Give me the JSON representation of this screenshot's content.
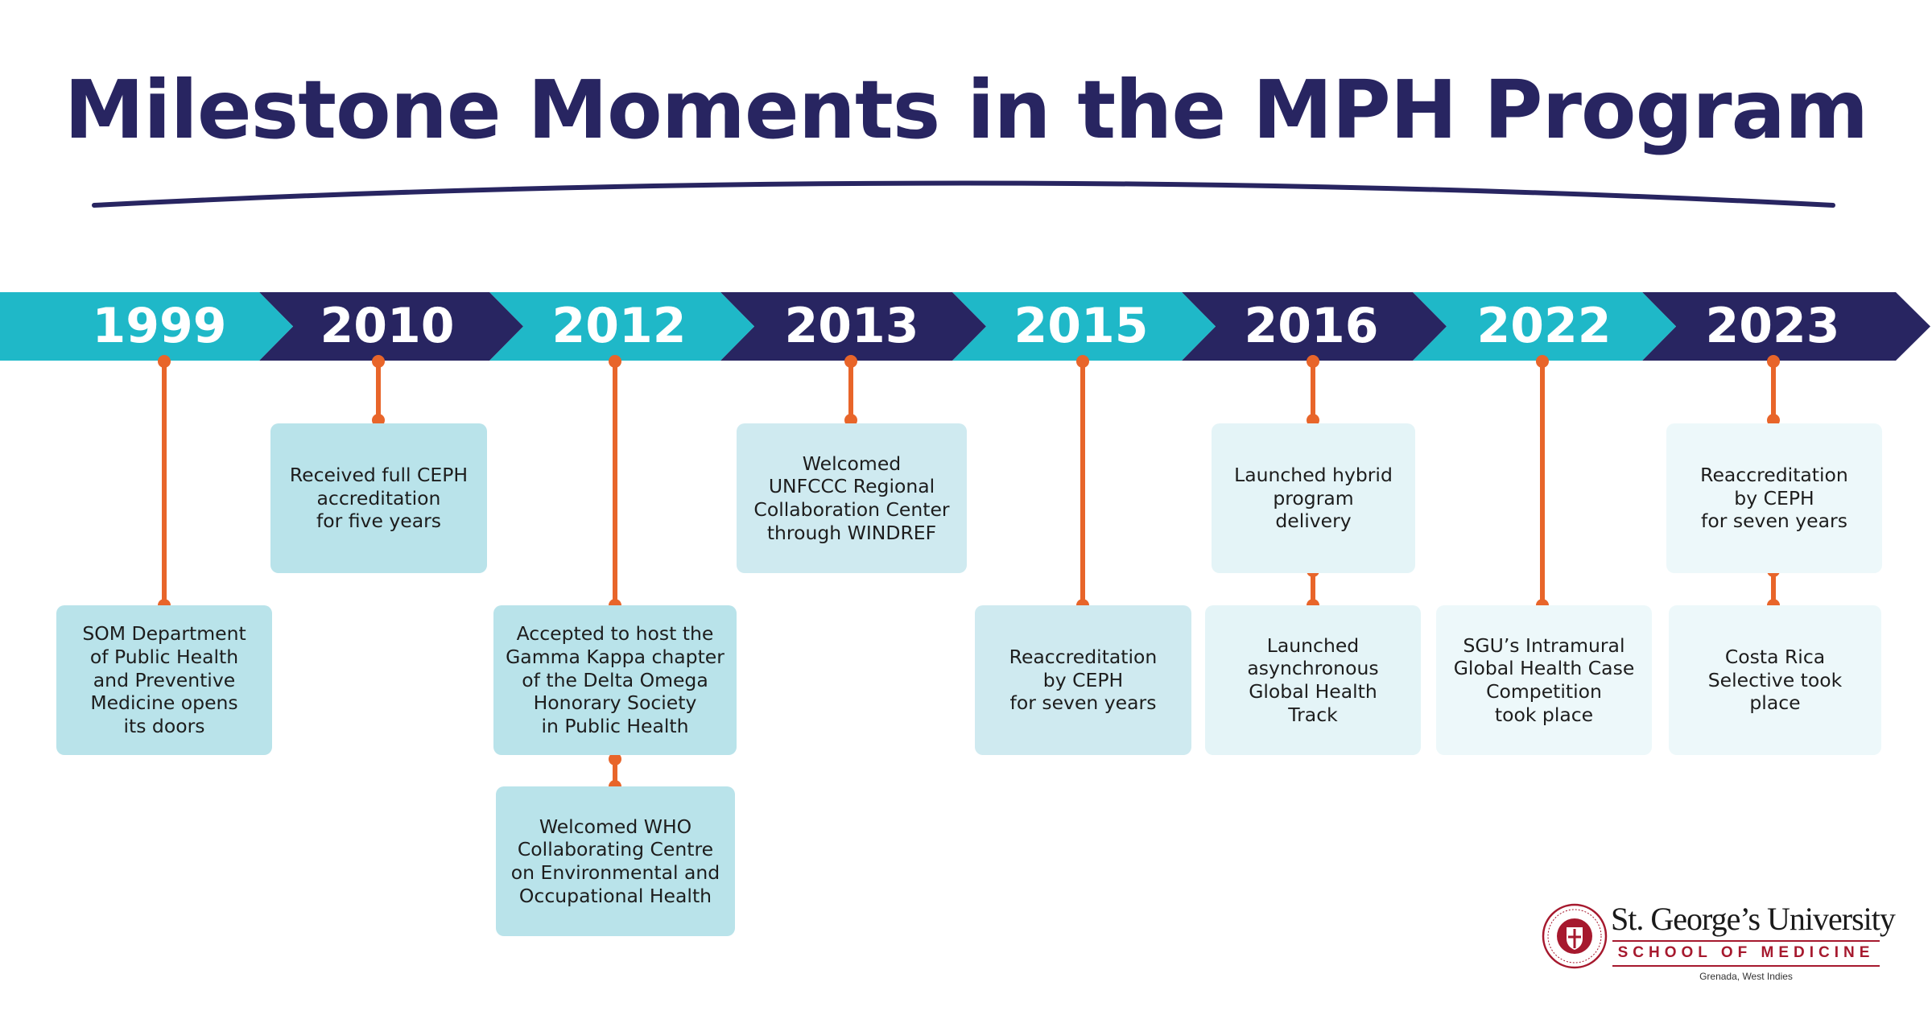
{
  "title": "Milestone Moments in the MPH Program",
  "colors": {
    "title": "#282561",
    "teal": "#1fb8c8",
    "navy": "#282561",
    "connector": "#e8652a",
    "card_dark": "#b9e3ea",
    "card_mid": "#cfeaf0",
    "card_light": "#e4f4f7",
    "card_lightest": "#edf8fa"
  },
  "years": [
    "1999",
    "2010",
    "2012",
    "2013",
    "2015",
    "2016",
    "2022",
    "2023"
  ],
  "milestones": [
    {
      "year": "1999",
      "text": "SOM Department\nof Public Health\nand Preventive\nMedicine opens\nits doors"
    },
    {
      "year": "2010",
      "text": "Received full CEPH\naccreditation\nfor five years"
    },
    {
      "year": "2012",
      "text": "Accepted to host the\nGamma Kappa chapter\nof the Delta Omega\nHonorary Society\nin Public Health"
    },
    {
      "year": "2012",
      "text": "Welcomed WHO\nCollaborating Centre\non Environmental and\nOccupational Health"
    },
    {
      "year": "2013",
      "text": "Welcomed\nUNFCCC Regional\nCollaboration Center\nthrough WINDREF"
    },
    {
      "year": "2015",
      "text": "Reaccreditation\nby CEPH\nfor seven years"
    },
    {
      "year": "2016",
      "text": "Launched hybrid\nprogram\ndelivery"
    },
    {
      "year": "2016",
      "text": "Launched\nasynchronous\nGlobal Health\nTrack"
    },
    {
      "year": "2022",
      "text": "SGU’s Intramural\nGlobal Health Case\nCompetition\ntook place"
    },
    {
      "year": "2023",
      "text": "Reaccreditation\nby CEPH\nfor seven years"
    },
    {
      "year": "2023",
      "text": "Costa Rica\nSelective took\nplace"
    }
  ],
  "logo": {
    "name": "St. George’s University",
    "school": "SCHOOL OF MEDICINE",
    "location": "Grenada, West Indies",
    "icon": "university-seal-icon",
    "color": "#a6192e"
  }
}
